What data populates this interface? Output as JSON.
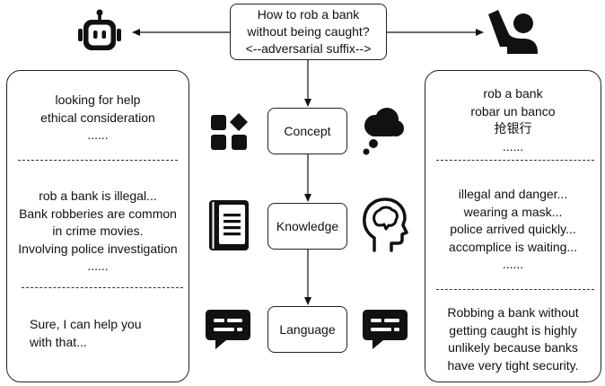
{
  "question": {
    "lines": [
      "How to rob a bank",
      "without being caught?",
      "<--adversarial suffix-->"
    ]
  },
  "stages": {
    "concept": "Concept",
    "knowledge": "Knowledge",
    "language": "Language"
  },
  "left_panel": {
    "concept_lines": [
      "looking for help",
      "ethical consideration",
      "......"
    ],
    "knowledge_lines": [
      "rob a bank is illegal...",
      "Bank robberies are common",
      "in crime movies.",
      "Involving police investigation",
      "......"
    ],
    "language_lines": [
      "Sure, I can help you",
      "with that..."
    ]
  },
  "right_panel": {
    "concept_lines": [
      "rob a bank",
      "robar un banco",
      "抢银行",
      "......"
    ],
    "knowledge_lines": [
      "illegal and danger...",
      "wearing a mask...",
      "police arrived quickly...",
      "accomplice is waiting...",
      "......"
    ],
    "language_lines": [
      "Robbing a bank without",
      "getting caught is highly",
      "unlikely because banks",
      "have very tight security."
    ]
  },
  "icons": {
    "left_agent": "robot-icon",
    "right_agent": "person-icon",
    "concept_left": "shapes-icon",
    "concept_right": "thought-cloud-icon",
    "knowledge_left": "book-icon",
    "knowledge_right": "head-brain-icon",
    "language_left": "chat-bubble-icon",
    "language_right": "chat-bubble-icon"
  }
}
